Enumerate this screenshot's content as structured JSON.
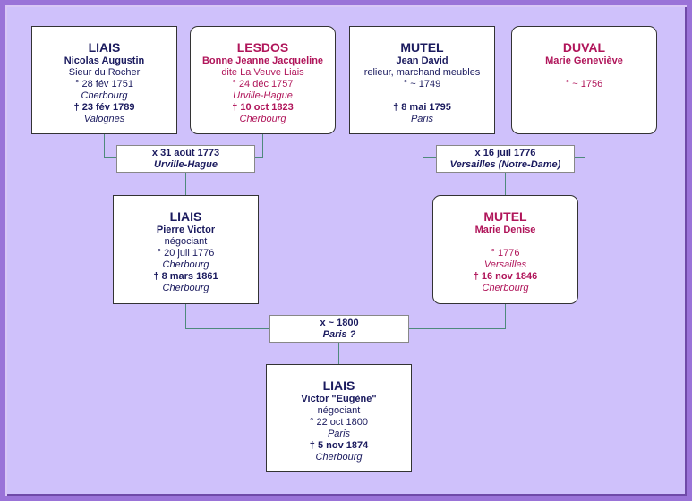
{
  "people": {
    "p1": {
      "surname": "LIAIS",
      "given": "Nicolas Augustin",
      "lines": [
        "Sieur du Rocher",
        "° 28 fév 1751",
        "Cherbourg",
        "† 23 fév 1789",
        "Valognes"
      ]
    },
    "p2": {
      "surname": "LESDOS",
      "given": "Bonne Jeanne Jacqueline",
      "lines": [
        "dite La Veuve Liais",
        "° 24 déc 1757",
        "Urville-Hague",
        "† 10 oct 1823",
        "Cherbourg"
      ]
    },
    "p3": {
      "surname": "MUTEL",
      "given": "Jean David",
      "lines": [
        "relieur, marchand meubles",
        "° ~ 1749",
        "",
        "† 8 mai 1795",
        "Paris"
      ]
    },
    "p4": {
      "surname": "DUVAL",
      "given": "Marie Geneviève",
      "lines": [
        "",
        "° ~ 1756",
        "",
        "",
        ""
      ]
    },
    "p5": {
      "surname": "LIAIS",
      "given": "Pierre Victor",
      "lines": [
        "négociant",
        "° 20 juil 1776",
        "Cherbourg",
        "† 8 mars 1861",
        "Cherbourg"
      ]
    },
    "p6": {
      "surname": "MUTEL",
      "given": "Marie Denise",
      "lines": [
        "",
        "° 1776",
        "Versailles",
        "† 16 nov 1846",
        "Cherbourg"
      ]
    },
    "p7": {
      "surname": "LIAIS",
      "given": "Victor \"Eugène\"",
      "lines": [
        "négociant",
        "° 22 oct 1800",
        "Paris",
        "† 5 nov 1874",
        "Cherbourg"
      ]
    }
  },
  "marriages": {
    "m1": {
      "date": "x 31 août 1773",
      "place": "Urville-Hague"
    },
    "m2": {
      "date": "x 16 juil 1776",
      "place": "Versailles (Notre-Dame)"
    },
    "m3": {
      "date": "x ~ 1800",
      "place": "Paris ?"
    }
  },
  "colors": {
    "background": "#cfc1fb",
    "frame": "#9a73d8",
    "male_text": "#1a1a5e",
    "female_text": "#b0155a",
    "connector": "#4f8a7c"
  }
}
